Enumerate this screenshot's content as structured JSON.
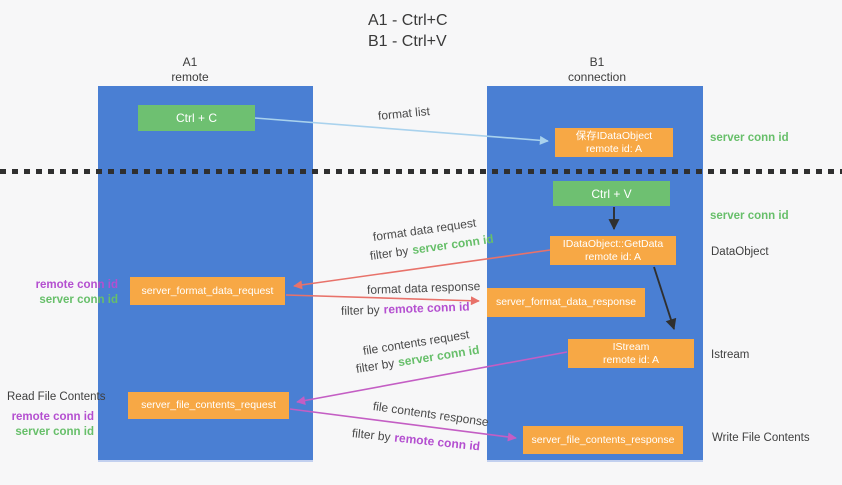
{
  "title": {
    "line1": "A1 - Ctrl+C",
    "line2": "B1 - Ctrl+V"
  },
  "lanes": {
    "a": {
      "name": "A1",
      "subtitle": "remote"
    },
    "b": {
      "name": "B1",
      "subtitle": "connection"
    }
  },
  "nodes": {
    "ctrl_c": "Ctrl + C",
    "save_idataobject_line1": "保存IDataObject",
    "save_idataobject_line2": "remote id: A",
    "ctrl_v": "Ctrl + V",
    "getdata_line1": "IDataObject::GetData",
    "getdata_line2": "remote id: A",
    "server_format_data_request": "server_format_data_request",
    "server_format_data_response": "server_format_data_response",
    "istream_line1": "IStream",
    "istream_line2": "remote id: A",
    "server_file_contents_request": "server_file_contents_request",
    "server_file_contents_response": "server_file_contents_response"
  },
  "edge_labels": {
    "format_list": "format list",
    "format_data_request": "format data request",
    "format_data_response": "format data response",
    "file_contents_request": "file contents request",
    "file_contents_response": "file contents response",
    "filter_by": "filter by",
    "server_conn_id": "server conn id",
    "remote_conn_id": "remote conn id"
  },
  "side_labels": {
    "server_conn_id_top_right": "server conn id",
    "server_conn_id_mid_right": "server conn id",
    "dataobject": "DataObject",
    "istream": "Istream",
    "write_file_contents": "Write File Contents",
    "read_file_contents": "Read File Contents",
    "remote_conn_id_left_1": "remote conn id",
    "server_conn_id_left_1": "server conn id",
    "remote_conn_id_left_2": "remote conn id",
    "server_conn_id_left_2": "server conn id"
  },
  "colors": {
    "bg": "#f7f7f8",
    "lane_blue": "#4a7fd3",
    "green_box": "#6ec071",
    "orange_box": "#f7a845",
    "green_text": "#67bf6a",
    "purple_text": "#b44fd0",
    "salmon_arrow": "#e8726a",
    "magenta_arrow": "#c45ec4",
    "lightblue_arrow": "#a9d2ed",
    "black_arrow": "#2f2f2f"
  }
}
